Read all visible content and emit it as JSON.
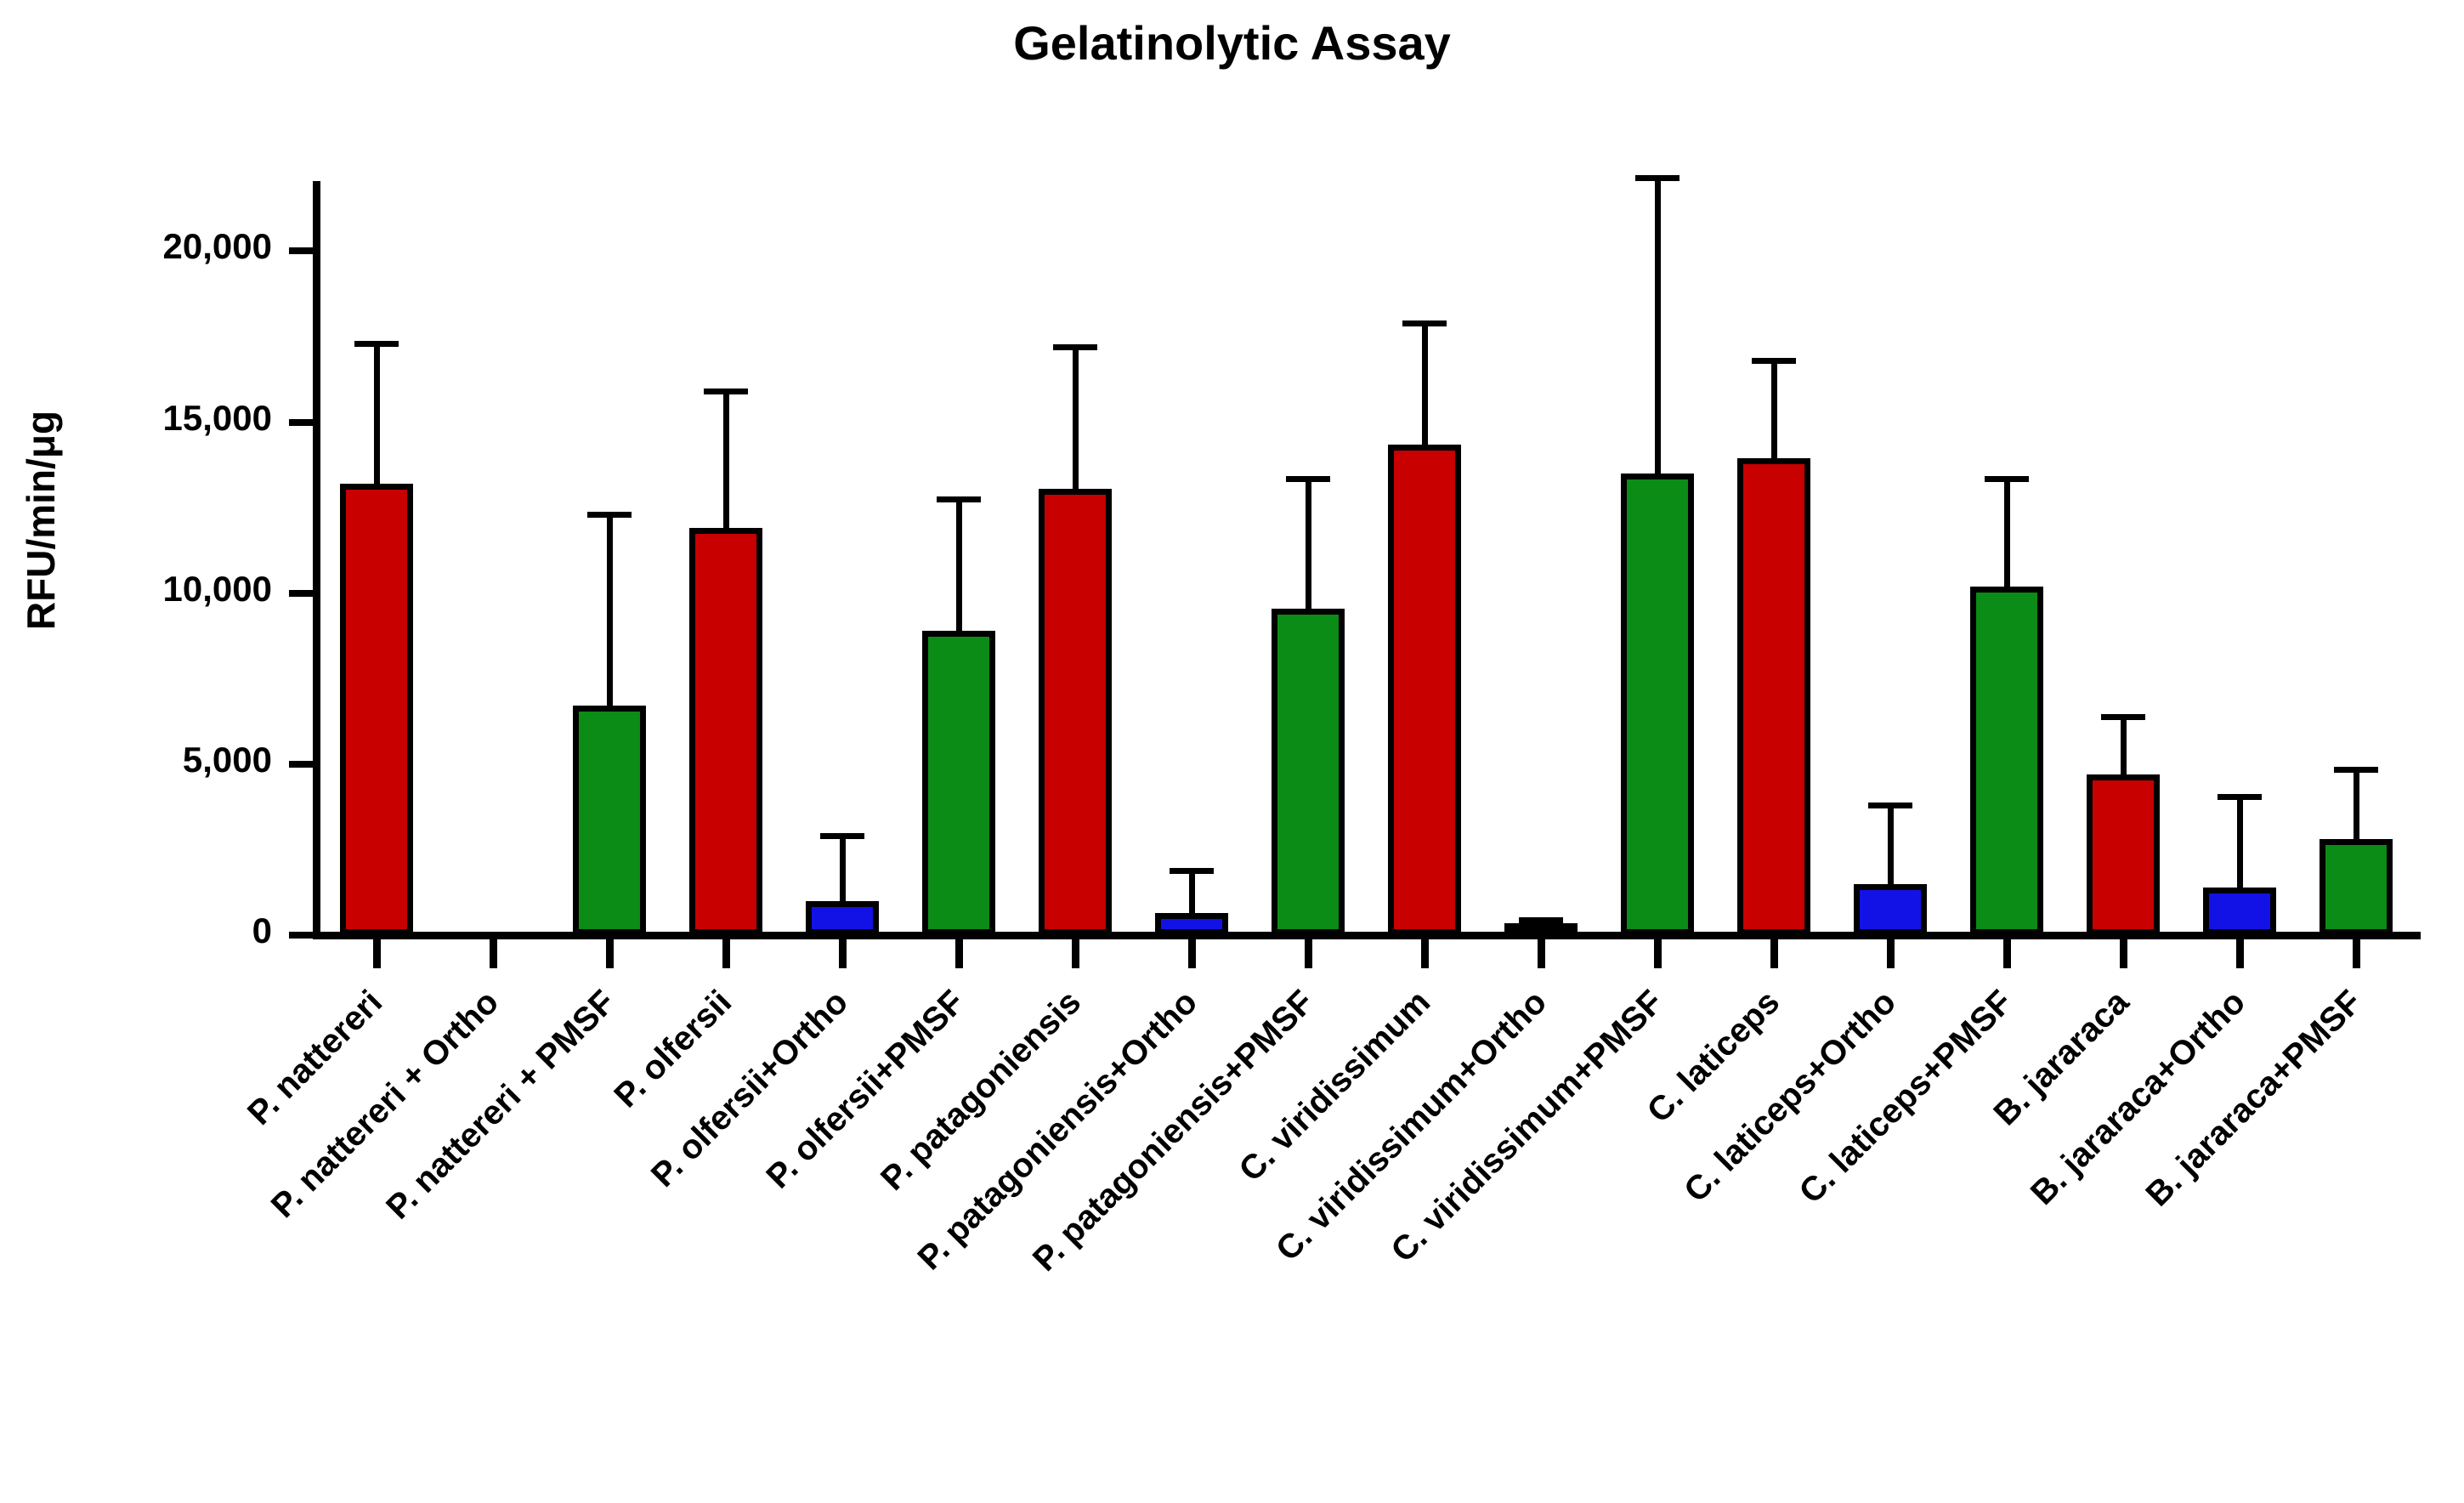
{
  "chart_data": {
    "type": "bar",
    "title": "Gelatinolytic Assay",
    "xlabel": "",
    "ylabel": "RFU/min/μg",
    "ylim": [
      0,
      22000
    ],
    "yticks": [
      0,
      5000,
      10000,
      15000,
      20000
    ],
    "ytick_labels": [
      "0",
      "5,000",
      "10,000",
      "15,000",
      "20,000"
    ],
    "grid": false,
    "legend": "none",
    "error_bars": "SD (upper only)",
    "categories": [
      "P. nattereri",
      "P. nattereri + Ortho",
      "P. nattereri + PMSF",
      "P. olfersii",
      "P. olfersii+Ortho",
      "P. olfersii+PMSF",
      "P. patagoniensis",
      "P. patagoniensis+Ortho",
      "P. patagoniensis+PMSF",
      "C. viridissimum",
      "C. viridissimum+Ortho",
      "C. viridissimum+PMSF",
      "C. laticeps",
      "C. laticeps+Ortho",
      "C. laticeps+PMSF",
      "B. jararaca",
      "B. jararaca+Ortho",
      "B. jararaca+PMSF"
    ],
    "values": [
      13200,
      0,
      6700,
      11900,
      1000,
      8900,
      13050,
      650,
      9550,
      14350,
      60,
      13500,
      13950,
      1500,
      10200,
      4700,
      1400,
      2800
    ],
    "errors": [
      4000,
      0,
      5500,
      3900,
      1800,
      3750,
      4050,
      1150,
      3700,
      3450,
      280,
      8550,
      2750,
      2200,
      3050,
      1600,
      2550,
      1950
    ],
    "colors": [
      "red",
      "red",
      "green",
      "red",
      "blue",
      "green",
      "red",
      "blue",
      "green",
      "red",
      "blue",
      "green",
      "red",
      "blue",
      "green",
      "red",
      "blue",
      "green"
    ],
    "color_map": {
      "red": "#c80000",
      "green": "#0a8c16",
      "blue": "#1212e6"
    }
  }
}
